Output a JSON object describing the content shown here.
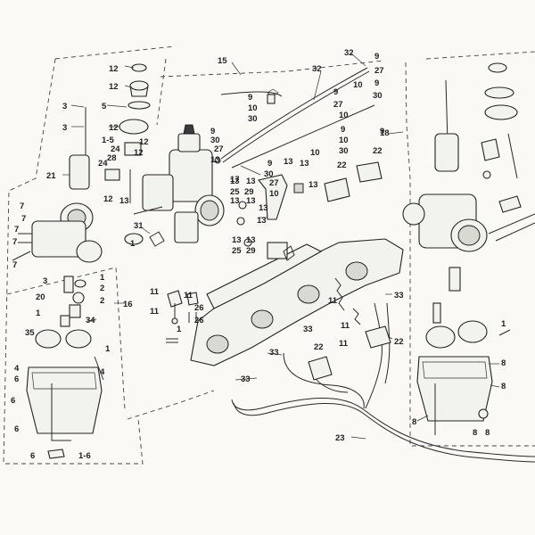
{
  "diagram": {
    "callouts": {
      "c1": "1",
      "c2": "2",
      "c3": "3",
      "c4": "4",
      "c5": "5",
      "c6": "6",
      "c7": "7",
      "c8": "8",
      "c9": "9",
      "c10": "10",
      "c11": "11",
      "c12": "12",
      "c13": "13",
      "c15": "15",
      "c16": "16",
      "c17": "17",
      "c18": "18",
      "c20": "20",
      "c21": "21",
      "c22": "22",
      "c23": "23",
      "c24": "24",
      "c25": "25",
      "c26": "26",
      "c27": "27",
      "c28": "28",
      "c29": "29",
      "c30": "30",
      "c31": "31",
      "c32": "32",
      "c33": "33",
      "c34": "34",
      "c35": "35",
      "c1_6": "1-6",
      "c1_5": "1-5"
    }
  }
}
